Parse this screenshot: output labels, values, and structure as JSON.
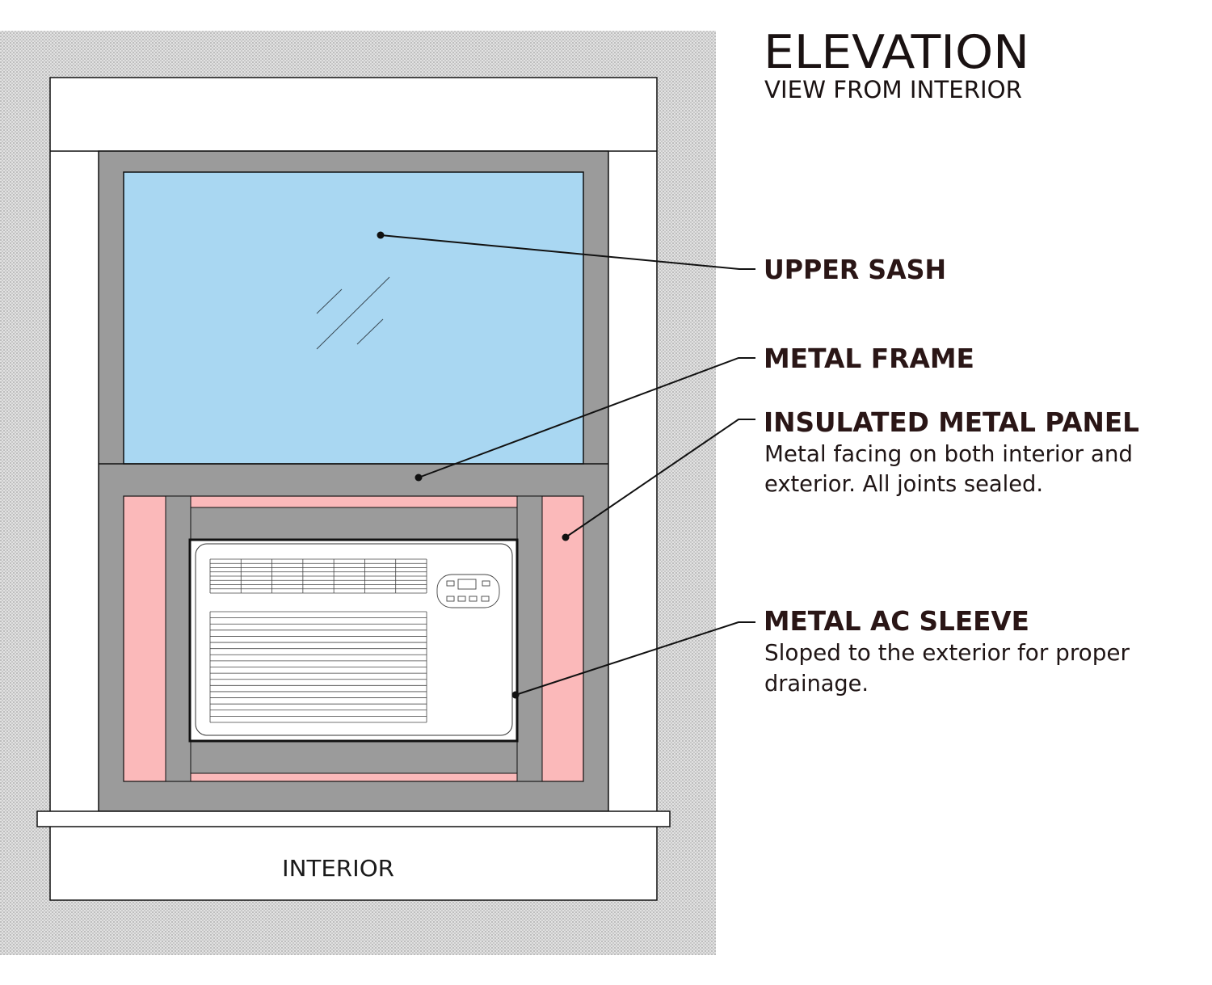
{
  "heading": {
    "title": "ELEVATION",
    "subtitle": "VIEW FROM INTERIOR"
  },
  "callouts": [
    {
      "label": "UPPER SASH",
      "description": []
    },
    {
      "label": "METAL FRAME",
      "description": []
    },
    {
      "label": "INSULATED METAL PANEL",
      "description": [
        "Metal facing on both interior and",
        "exterior. All joints sealed."
      ]
    },
    {
      "label": "METAL AC SLEEVE",
      "description": [
        "Sloped to the exterior for proper",
        "drainage."
      ]
    }
  ],
  "room_label": "INTERIOR",
  "colors": {
    "wall": "#cfcfcf",
    "frame": "#9b9b9b",
    "glass": "#a9d7f2",
    "insulation": "#fbb9ba",
    "outline": "#111111",
    "label_text": "#2a1616"
  }
}
